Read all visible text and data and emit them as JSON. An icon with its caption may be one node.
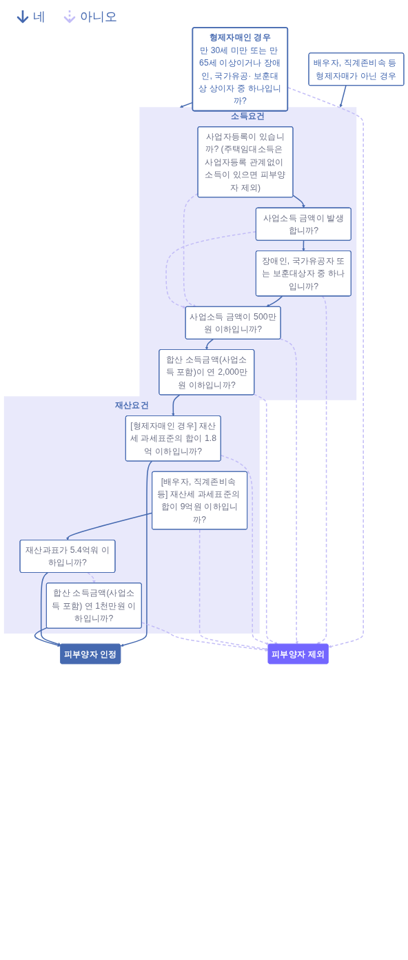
{
  "diagram": {
    "nodes": [
      {
        "text": [
          "배우자, 직계존비속 등 형제자매가 아닌 경우"
        ]
      },
      {
        "text": [
          "형제자매인 경우",
          "만 30세 미만 또는 만 65세 이상이거나 장애인, 국가유공· 보훈대상 상이자 중 하나입니까?"
        ]
      },
      {
        "text": [
          "소득요건"
        ]
      },
      {
        "text": [
          "사업자등록이 있습니까? (주택임대소득은 사업자등록 관계없이 소득이 있으면 피부양자 제외)"
        ],
        "in": 2
      },
      {
        "text": [
          "사업소득 금액이 발생합니까?"
        ],
        "in": 2
      },
      {
        "text": [
          "장애인, 국가유공자 또는 보훈대상자 중 하나입니까?"
        ],
        "in": 2
      },
      {
        "text": [
          "사업소득 금액이 500만원 이하입니까?"
        ],
        "in": 2
      },
      {
        "text": [
          "합산 소득금액(사업소득 포함)이 연 2,000만원 이하입니까?"
        ],
        "in": 2
      },
      {
        "text": [
          "재산요건"
        ]
      },
      {
        "text": [
          "[형제자매인 경우] 재산세 과세표준의 합이 1.8억 이하입니까?"
        ],
        "in": 8
      },
      {
        "text": [
          "[배우자, 직계존비속 등] 재산세 과세표준의 합이 9억원 이하입니까?"
        ],
        "in": 8
      },
      {
        "text": [
          "재산과표가 5.4억워 이하입니까?"
        ],
        "in": 8
      },
      {
        "text": [
          "합산 소득금액(사업소득 포함) 연 1천만원 이하입니까?"
        ],
        "in": 8
      },
      {
        "text": [
          "피부양자 인정"
        ]
      },
      {
        "text": [
          "피부양자 제외"
        ]
      }
    ],
    "edges": [
      {
        "from": 0,
        "to": 2,
        "arrow": "to"
      },
      {
        "from": 1,
        "to": 2,
        "arrow": "to"
      },
      {
        "from": 3,
        "to": 4,
        "arrow": "to"
      },
      {
        "from": 4,
        "to": 5,
        "arrow": "to"
      },
      {
        "from": 5,
        "to": 6,
        "arrow": "to"
      },
      {
        "from": 6,
        "to": 7,
        "arrow": "to"
      },
      {
        "from": 7,
        "to": 9,
        "arrow": "to"
      },
      {
        "from": 10,
        "to": 11,
        "arrow": "to"
      },
      {
        "from": 9,
        "to": 13,
        "arrow": "to"
      },
      {
        "from": 11,
        "to": 13,
        "arrow": "to"
      },
      {
        "from": 12,
        "to": 13,
        "arrow": "to"
      },
      {
        "from": 3,
        "to": 6,
        "arrow": "to",
        "style": "dashed",
        "color": "#c3bdf7"
      },
      {
        "from": 4,
        "to": 6,
        "arrow": "to",
        "style": "dashed",
        "color": "#c3bdf7"
      },
      {
        "from": 11,
        "to": 12,
        "arrow": "to",
        "style": "dashed",
        "color": "#c3bdf7"
      },
      {
        "from": 1,
        "to": 14,
        "arrow": "to",
        "style": "dashed",
        "color": "#c3bdf7"
      },
      {
        "from": 5,
        "to": 14,
        "arrow": "to",
        "style": "dashed",
        "color": "#c3bdf7"
      },
      {
        "from": 6,
        "to": 14,
        "arrow": "to",
        "style": "dashed",
        "color": "#c3bdf7"
      },
      {
        "from": 7,
        "to": 14,
        "arrow": "to",
        "style": "dashed",
        "color": "#c3bdf7"
      },
      {
        "from": 9,
        "to": 14,
        "arrow": "to",
        "style": "dashed",
        "color": "#c3bdf7"
      },
      {
        "from": 10,
        "to": 14,
        "arrow": "to",
        "style": "dashed",
        "color": "#c3bdf7"
      },
      {
        "from": 12,
        "to": 14,
        "arrow": "to",
        "style": "dashed",
        "color": "#c3bdf7"
      }
    ],
    "legend": [
      {
        "text": "네"
      },
      {
        "text": "아니오"
      }
    ]
  }
}
